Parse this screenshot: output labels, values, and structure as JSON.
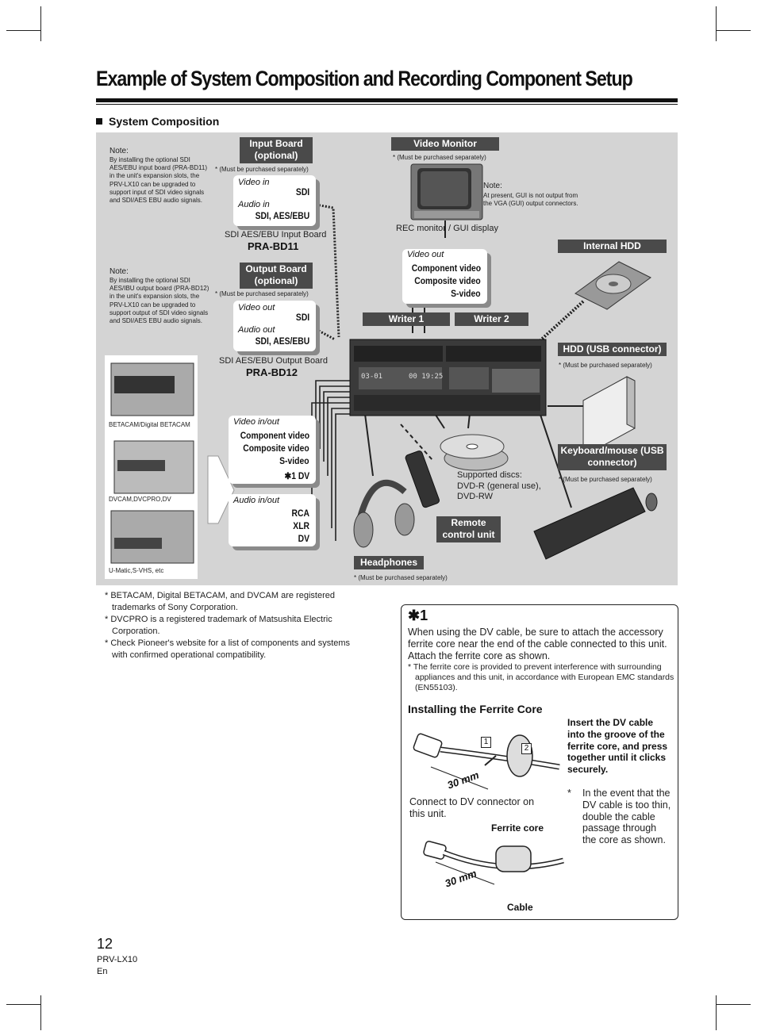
{
  "page": {
    "title": "Example of System Composition and Recording Component Setup",
    "section": "System Composition",
    "page_number": "12",
    "model": "PRV-LX10",
    "lang": "En"
  },
  "diagram": {
    "note_label": "Note:",
    "input_board": {
      "label": "Input Board (optional)",
      "purchase": "* (Must be purchased separately)",
      "note": "By installing the optional SDI AES/EBU input board (PRA-BD11) in the unit's expansion slots, the PRV-LX10 can be upgraded to support input of SDI video signals and SDI/AES EBU audio signals.",
      "video_label": "Video  in",
      "video_value": "SDI",
      "audio_label": "Audio  in",
      "audio_value": "SDI, AES/EBU",
      "caption": "SDI AES/EBU Input Board",
      "model": "PRA-BD11"
    },
    "output_board": {
      "label": "Output Board (optional)",
      "purchase": "* (Must be purchased separately)",
      "note": "By installing the optional SDI AES/IBU output board (PRA-BD12) in the unit's expansion slots, the PRV-LX10 can be upgraded to support output of SDI video signals and SDI/AES EBU audio signals.",
      "video_label": "Video  out",
      "video_value": "SDI",
      "audio_label": "Audio  out",
      "audio_value": "SDI, AES/EBU",
      "caption": "SDI AES/EBU Output Board",
      "model": "PRA-BD12"
    },
    "video_monitor": {
      "label": "Video Monitor",
      "purchase": "* (Must be purchased separately)",
      "note": "At present, GUI is not output from the VGA (GUI) output connectors.",
      "caption": "REC monitor / GUI display"
    },
    "video_out": {
      "label": "Video  out",
      "items": [
        "Component video",
        "Composite video",
        "S-video"
      ]
    },
    "internal_hdd": "Internal HDD",
    "writer1": "Writer 1",
    "writer2": "Writer 2",
    "hdd_usb": {
      "label": "HDD (USB connector)",
      "purchase": "* (Must be purchased separately)"
    },
    "keyboard": {
      "label": "Keyboard/mouse (USB connector)",
      "purchase": "* (Must be purchased separately)"
    },
    "video_inout": {
      "label": "Video  in/out",
      "items": [
        "Component video",
        "Composite video",
        "S-video",
        "✱1 DV"
      ]
    },
    "audio_inout": {
      "label": "Audio  in/out",
      "items": [
        "RCA",
        "XLR",
        "DV"
      ]
    },
    "decks": [
      "BETACAM/Digital BETACAM",
      "DVCAM,DVCPRO,DV",
      "U-Matic,S-VHS, etc"
    ],
    "discs": "Supported discs:\nDVD-R (general use),\nDVD-RW",
    "remote": "Remote control unit",
    "headphones": {
      "label": "Headphones",
      "purchase": "* (Must be purchased separately)"
    },
    "recorder_display": {
      "left": "03-01",
      "right": "00 19:25"
    }
  },
  "footnotes": [
    "BETACAM, Digital BETACAM, and DVCAM are registered trademarks of Sony Corporation.",
    "DVCPRO is a registered trademark of Matsushita Electric Corporation.",
    "Check Pioneer's website for a list of components and systems with confirmed operational compatibility."
  ],
  "dv_note": {
    "marker": "✱1",
    "body": "When using the DV cable, be sure to attach the accessory ferrite core near the end of the cable connected to this unit. Attach the ferrite core as shown.",
    "ferrite_note": "* The ferrite core is provided to prevent interference with surrounding appliances and this unit, in accordance with European EMC standards (EN55103).",
    "install_title": "Installing the Ferrite Core",
    "instruction": "Insert the DV cable into the groove of the ferrite core, and press together until it clicks securely.",
    "event_note": "In the event that the DV cable is too thin, double the cable passage through the core as shown.",
    "connect_label": "Connect to DV connector on this unit.",
    "ferrite_label": "Ferrite core",
    "cable_label": "Cable",
    "distance": "30 mm",
    "step1": "1",
    "step2": "2"
  }
}
